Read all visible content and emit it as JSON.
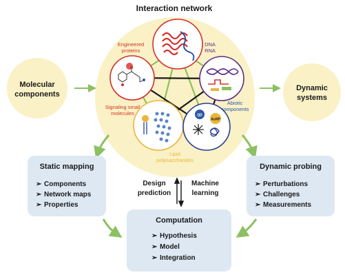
{
  "title": "Interaction network",
  "left_circle": {
    "line1": "Molecular",
    "line2": "components"
  },
  "right_circle": {
    "line1": "Dynamic",
    "line2": "systems"
  },
  "nodes": {
    "engineered": {
      "line1": "Engineered",
      "line2": "proteins"
    },
    "dna": {
      "line1": "DNA",
      "line2": "RNA"
    },
    "abiotic": {
      "line1": "Abiotic",
      "line2": "components"
    },
    "signaling": {
      "line1": "Signaling small",
      "line2": "molecules"
    },
    "lipid": {
      "line1": "Lipid",
      "line2": "polysaccharides"
    },
    "particle_labels": [
      "AuNP",
      "QD"
    ]
  },
  "static_mapping": {
    "title": "Static mapping",
    "items": [
      "Components",
      "Network maps",
      "Properties"
    ]
  },
  "dynamic_probing": {
    "title": "Dynamic probing",
    "items": [
      "Perturbations",
      "Challenges",
      "Measurements"
    ]
  },
  "computation": {
    "title": "Computation",
    "items": [
      "Hypothesis",
      "Model",
      "Integration"
    ]
  },
  "design_prediction": {
    "line1": "Design",
    "line2": "prediction"
  },
  "machine_learning": {
    "line1": "Machine",
    "line2": "learning"
  },
  "colors": {
    "cream": "#faf1c6",
    "blue_box": "#dde8f3",
    "green_arrow": "#8cc061",
    "red": "#d2312a",
    "purple": "#5b2d86",
    "blue": "#2c56a6",
    "yellow": "#e9b53a",
    "navy": "#2a3f8f"
  }
}
